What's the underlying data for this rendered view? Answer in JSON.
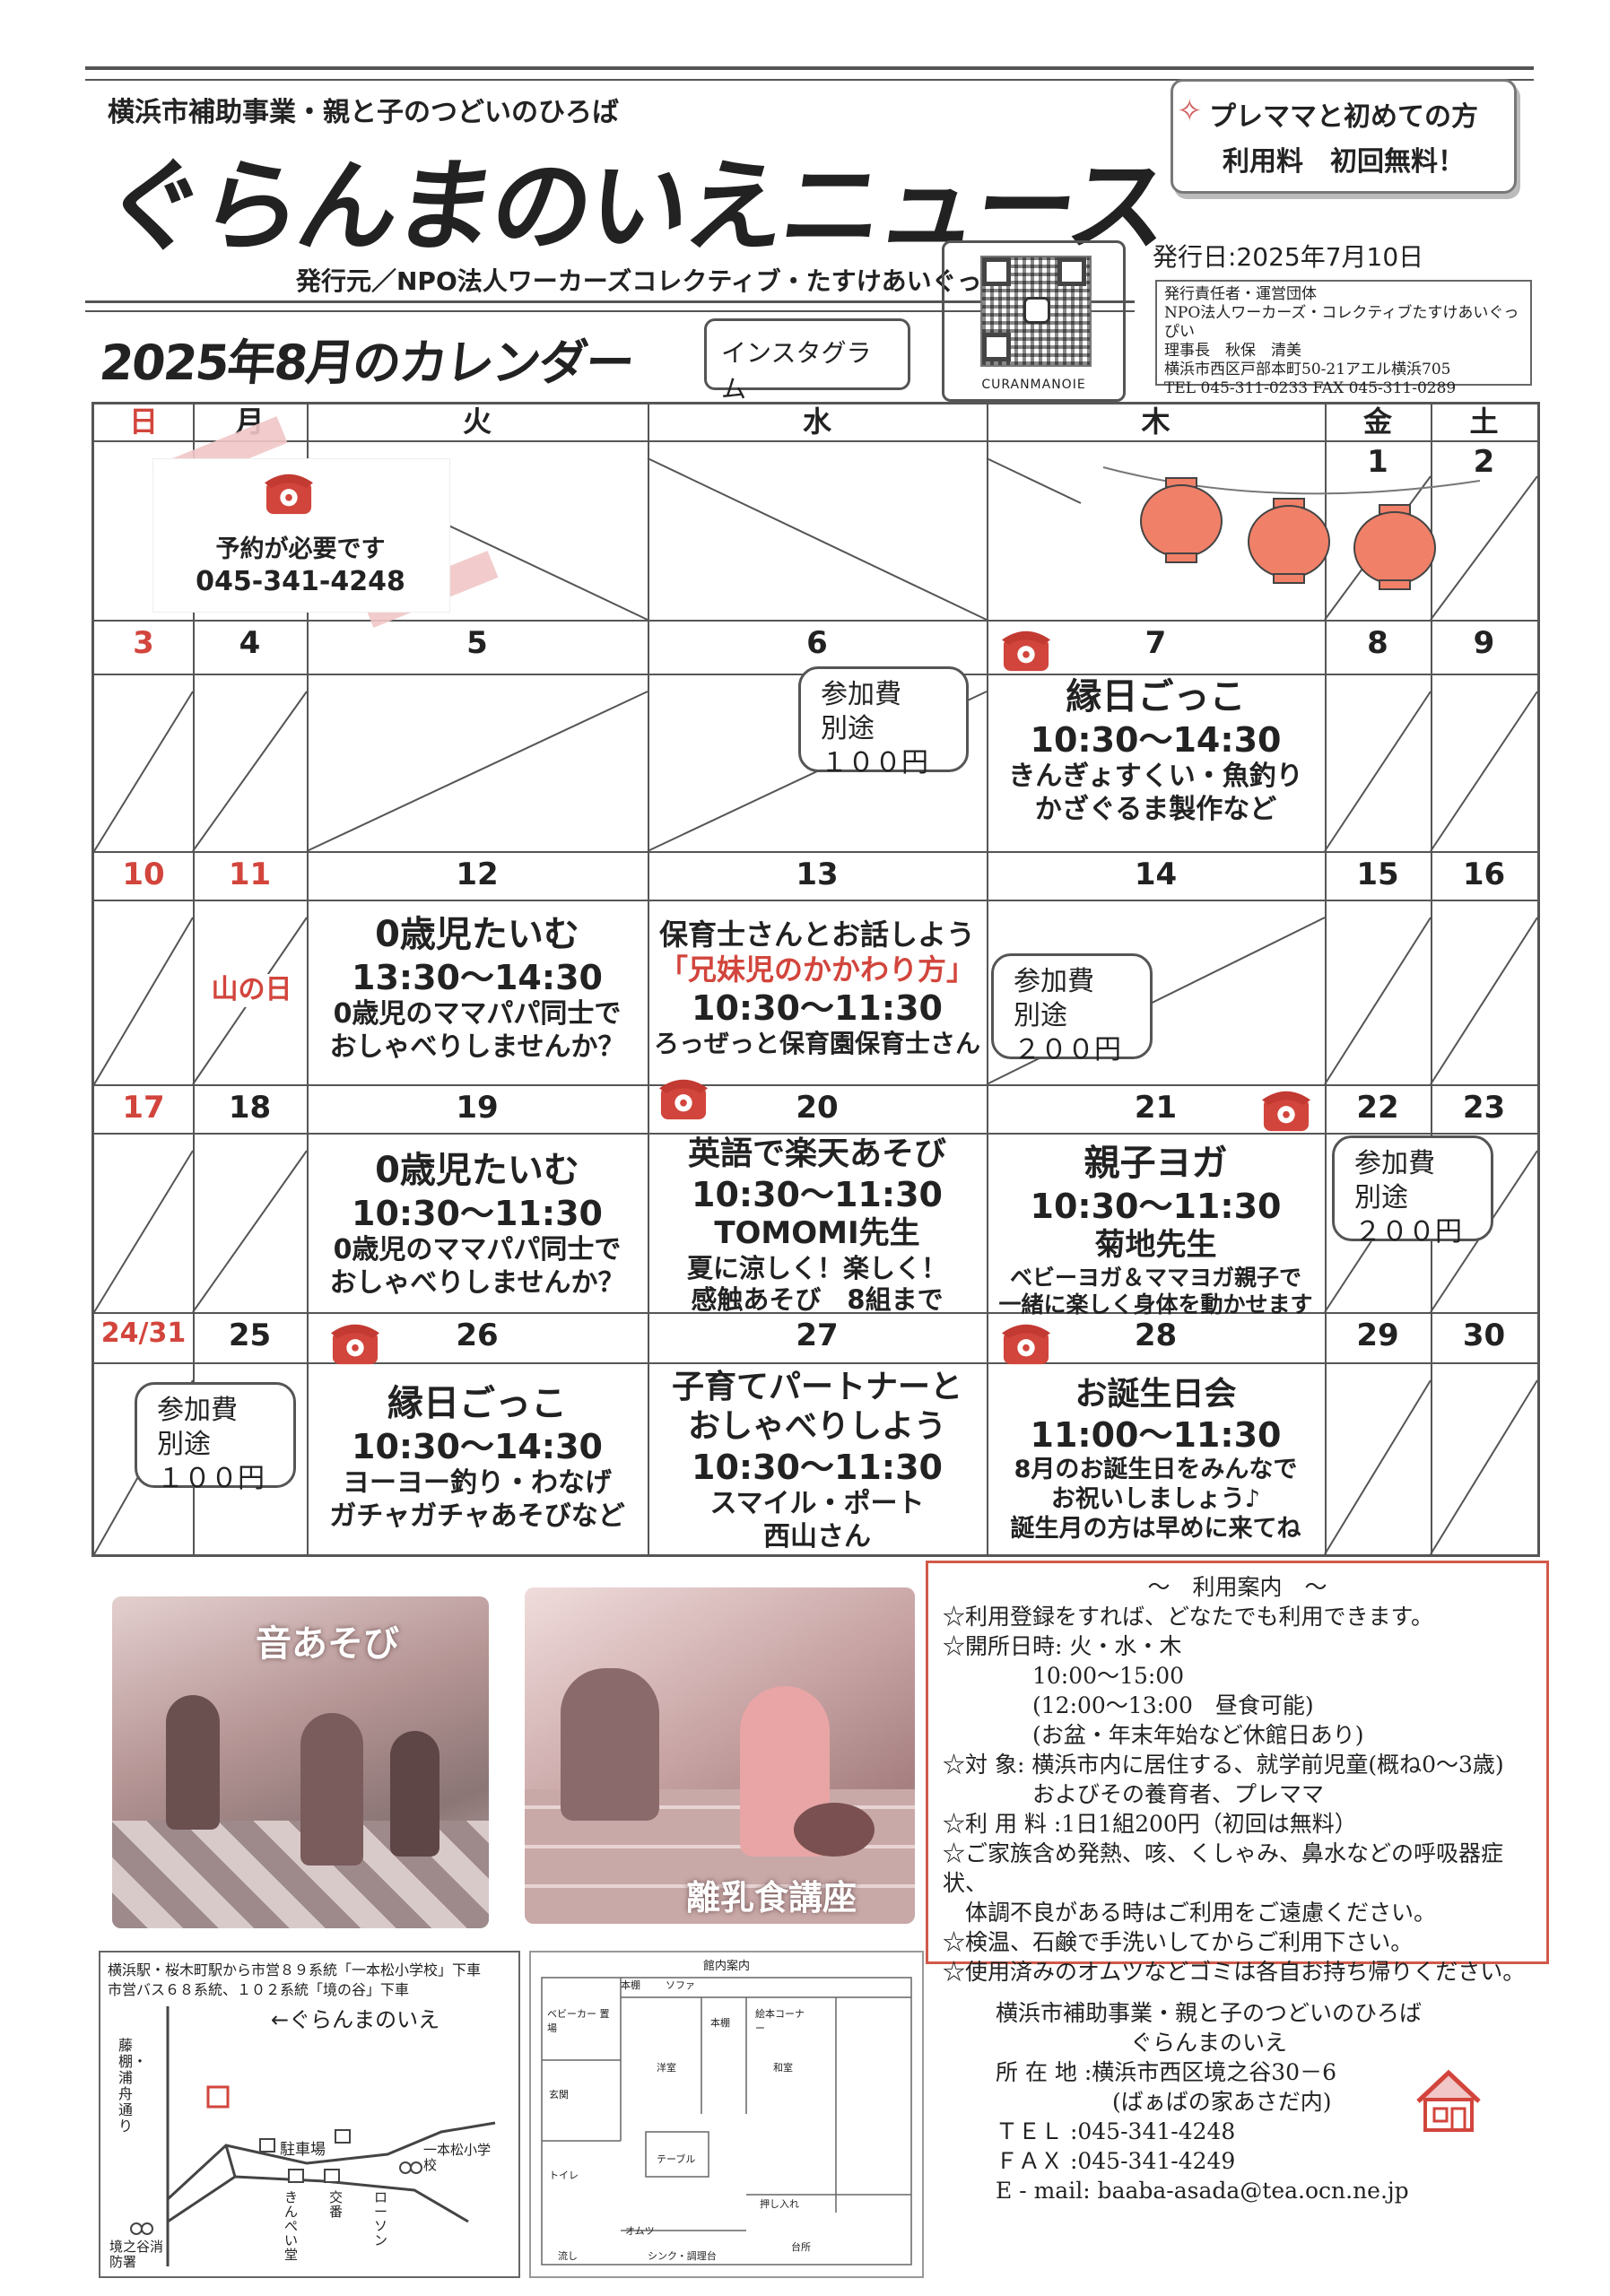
{
  "header": {
    "subsidy": "横浜市補助事業・親と子のつどいのひろば",
    "title": "ぐらんまのいえニュース",
    "publisher": "発行元／NPO法人ワーカーズコレクティブ・たすけあいぐっぴい",
    "promo_line1": "プレママと初めての方",
    "promo_line2": "利用料　初回無料！",
    "issue_date": "発行日:2025年7月10日",
    "org": [
      "発行責任者・運営団体",
      "NPO法人ワーカーズ・コレクティブたすけあいぐっぴい",
      "理事長　秋保　清美",
      "横浜市西区戸部本町50-21アエル横浜705",
      "TEL 045-311-0233  FAX 045-311-0289"
    ],
    "qr_caption": "CURANMANOIE",
    "instagram": "インスタグラム",
    "calendar_title": "2025年8月のカレンダー"
  },
  "calendar": {
    "weekdays": [
      "日",
      "月",
      "火",
      "水",
      "木",
      "金",
      "土"
    ],
    "reservation_note": "予約が必要です",
    "reservation_phone": "045-341-4248",
    "days": {
      "d1": "1",
      "d2": "2",
      "d3": "3",
      "d4": "4",
      "d5": "5",
      "d6": "6",
      "d7": "7",
      "d8": "8",
      "d9": "9",
      "d10": "10",
      "d11": "11",
      "d12": "12",
      "d13": "13",
      "d14": "14",
      "d15": "15",
      "d16": "16",
      "d17": "17",
      "d18": "18",
      "d19": "19",
      "d20": "20",
      "d21": "21",
      "d22": "22",
      "d23": "23",
      "d24": "24/31",
      "d25": "25",
      "d26": "26",
      "d27": "27",
      "d28": "28",
      "d29": "29",
      "d30": "30"
    },
    "holiday_11": "山の日",
    "fee": {
      "l1": "参加費",
      "l2": "別途",
      "p100": "１００円",
      "p200": "２００円"
    },
    "events": {
      "e7": {
        "title": "縁日ごっこ",
        "time": "10:30～14:30",
        "d1": "きんぎょすくい・魚釣り",
        "d2": "かざぐるま製作など"
      },
      "e12": {
        "title": "0歳児たいむ",
        "time": "13:30～14:30",
        "d1": "0歳児のママパパ同士で",
        "d2": "おしゃべりしませんか？"
      },
      "e13": {
        "title": "保育士さんとお話しよう",
        "sub": "「兄妹児のかかわり方」",
        "time": "10:30～11:30",
        "d1": "ろっぜっと保育園保育士さん"
      },
      "e19": {
        "title": "0歳児たいむ",
        "time": "10:30～11:30",
        "d1": "0歳児のママパパ同士で",
        "d2": "おしゃべりしませんか？"
      },
      "e20": {
        "title": "英語で楽天あそび",
        "time": "10:30～11:30",
        "teacher": "TOMOMI先生",
        "d1": "夏に涼しく！楽しく！",
        "d2": "感触あそび　8組まで"
      },
      "e21": {
        "title": "親子ヨガ",
        "time": "10:30～11:30",
        "teacher": "菊地先生",
        "d1": "ベビーヨガ＆ママヨガ親子で",
        "d2": "一緒に楽しく身体を動かせます"
      },
      "e26": {
        "title": "縁日ごっこ",
        "time": "10:30～14:30",
        "d1": "ヨーヨー釣り・わなげ",
        "d2": "ガチャガチャあそびなど"
      },
      "e27": {
        "title": "子育てパートナーと",
        "title2": "おしゃべりしよう",
        "time": "10:30～11:30",
        "d1": "スマイル・ポート",
        "d2": "西山さん"
      },
      "e28": {
        "title": "お誕生日会",
        "time": "11:00～11:30",
        "d1": "8月のお誕生日をみんなで",
        "d2": "お祝いしましょう♪",
        "d3": "誕生月の方は早めに来てね"
      }
    }
  },
  "photos": {
    "p1": "音あそび",
    "p2": "離乳食講座"
  },
  "info": {
    "heading": "～　利用案内　～",
    "lines": [
      "☆利用登録をすれば、どなたでも利用できます。",
      "☆開所日時: 火・水・木",
      "　　　　10:00～15:00",
      "　　　　(12:00～13:00　昼食可能)",
      "　　　　(お盆・年末年始など休館日あり)",
      "☆対 象: 横浜市内に居住する、就学前児童(概ね0～3歳)",
      "　　　　およびその養育者、プレママ",
      "☆利 用 料 :1日1組200円（初回は無料）",
      "☆ご家族含め発熱、咳、くしゃみ、鼻水などの呼吸器症状、",
      "　体調不良がある時はご利用をご遠慮ください。",
      "☆検温、石鹸で手洗いしてからご利用下さい。",
      "☆使用済みのオムツなどゴミは各自お持ち帰りください。"
    ]
  },
  "contact": {
    "l1": "横浜市補助事業・親と子のつどいのひろば",
    "l2": "ぐらんまのいえ",
    "l3": "所 在 地 :横浜市西区境之谷30－6",
    "l4": "(ばぁばの家あさだ内)",
    "l5": "ＴＥＬ :045-341-4248",
    "l6": "ＦＡＸ :045-341-4249",
    "l7": "E - mail:  baaba-asada@tea.ocn.ne.jp"
  },
  "map": {
    "access1": "横浜駅・桜木町駅から市営８９系統「一本松小学校」下車",
    "access2": "市営バス６８系統、１０２系統「境の谷」下車",
    "road": "藤棚・浦舟通り",
    "here": "←ぐらんまのいえ",
    "parking": "駐車場",
    "school": "一本松小学校",
    "s1": "きんぺい堂",
    "s2": "交番",
    "s3": "ローソン",
    "fire": "境之谷消防署"
  },
  "floor": {
    "title": "館内案内",
    "rooms": [
      "本棚",
      "ソファ",
      "ベビーカー\n置場",
      "玄関",
      "洋室",
      "和室",
      "トイレ",
      "テーブル",
      "本棚",
      "絵本コーナー",
      "押し入れ",
      "オムツ",
      "台所",
      "流し",
      "シンク・調理台"
    ]
  },
  "colors": {
    "red": "#d2453c",
    "pink": "#f1c7c7",
    "lantern": "#f08068"
  }
}
